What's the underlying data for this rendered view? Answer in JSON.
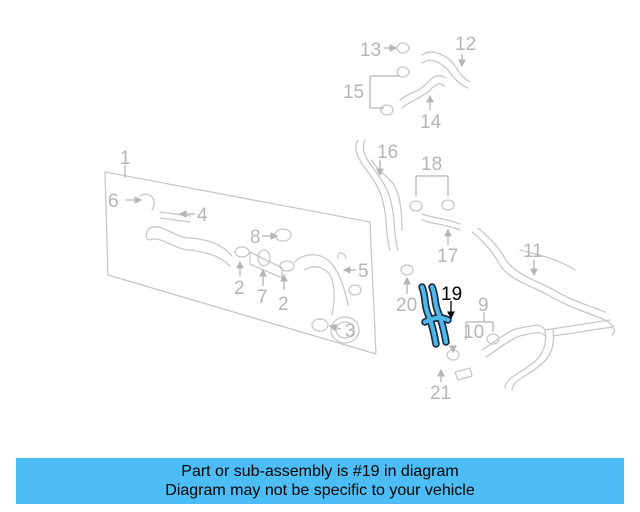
{
  "diagram": {
    "highlight_color": "#4cb8e8",
    "part_color": "#c8c8c8",
    "callouts": {
      "c1": "1",
      "c2a": "2",
      "c2b": "2",
      "c3": "3",
      "c4": "4",
      "c5": "5",
      "c6": "6",
      "c7": "7",
      "c8": "8",
      "c9": "9",
      "c10": "10",
      "c11": "11",
      "c12": "12",
      "c13": "13",
      "c14": "14",
      "c15": "15",
      "c16": "16",
      "c17": "17",
      "c18": "18",
      "c19": "19",
      "c20": "20",
      "c21": "21"
    }
  },
  "banner": {
    "background": "#4dbef5",
    "line1": "Part or sub-assembly is #19 in diagram",
    "line2": "Diagram may not be specific to your vehicle"
  }
}
